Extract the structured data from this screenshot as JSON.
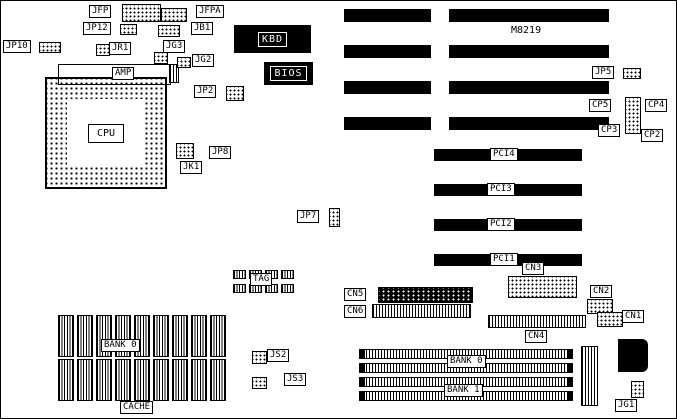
{
  "diagram": {
    "model": "M8219"
  },
  "labels": {
    "jfp": "JFP",
    "jfpa": "JFPA",
    "jp12": "JP12",
    "jb1": "JB1",
    "jp10": "JP10",
    "jr1": "JR1",
    "jg3": "JG3",
    "jg2": "JG2",
    "amp": "AMP",
    "kbd": "KBD",
    "bios": "BIOS",
    "cpu": "CPU",
    "jp2": "JP2",
    "jp8": "JP8",
    "jk1": "JK1",
    "jp7": "JP7",
    "jp5": "JP5",
    "cp5": "CP5",
    "cp4": "CP4",
    "cp3": "CP3",
    "cp2": "CP2",
    "tag": "TAG",
    "cn1": "CN1",
    "cn2": "CN2",
    "cn3": "CN3",
    "cn4": "CN4",
    "cn5": "CN5",
    "cn6": "CN6",
    "js2": "JS2",
    "js3": "JS3",
    "jg1": "JG1",
    "bank0_left": "BANK 0",
    "cache": "CACHE",
    "bank0_right": "BANK 0",
    "bank1": "BANK 1"
  },
  "slots": {
    "pci": [
      "PCI4",
      "PCI3",
      "PCI2",
      "PCI1"
    ]
  },
  "colors": {
    "ink": "#000000",
    "paper": "#ffffff"
  }
}
